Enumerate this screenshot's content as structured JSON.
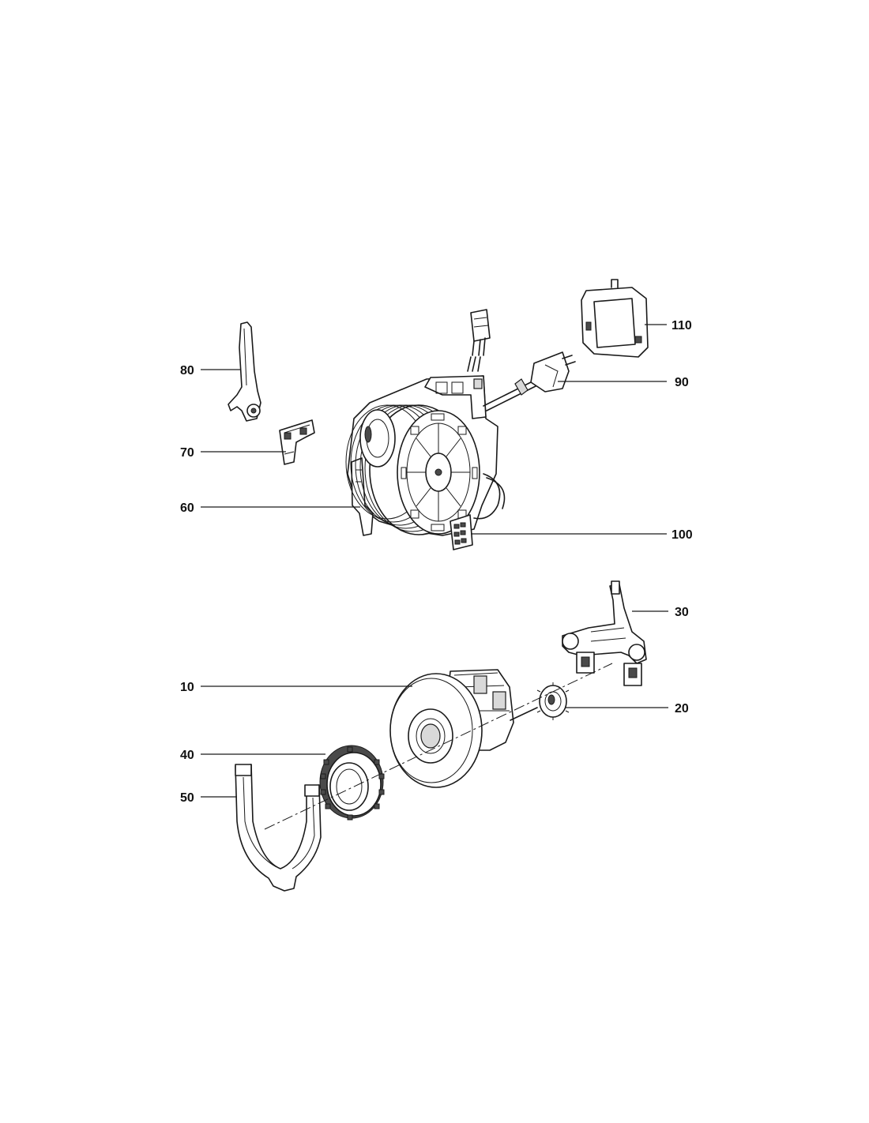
{
  "callouts": {
    "c80": "80",
    "c70": "70",
    "c60": "60",
    "c110": "110",
    "c90": "90",
    "c100": "100",
    "c30": "30",
    "c10": "10",
    "c20": "20",
    "c40": "40",
    "c50": "50"
  }
}
